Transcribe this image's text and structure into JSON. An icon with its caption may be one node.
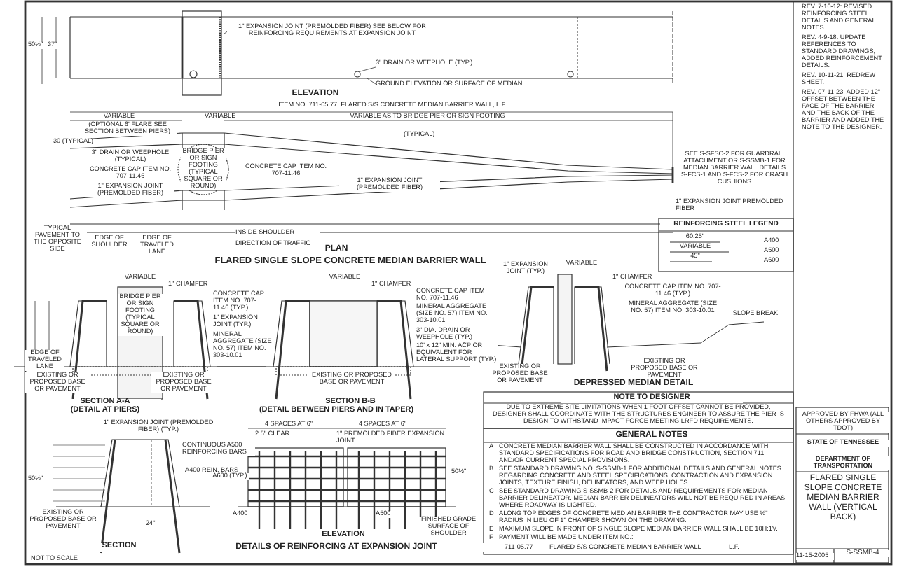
{
  "diagram": {
    "title": "FLARED SINGLE SLOPE CONCRETE MEDIAN BARRIER WALL (VERTICAL BACK)",
    "labels": [
      "1\" EXPANSION JOINT (PREMOLDED FIBER) SEE BELOW FOR REINFORCING REQUIREMENTS AT EXPANSION JOINT",
      "3\" DRAIN OR WEEPHOLE (TYP.)",
      "GROUND ELEVATION OR SURFACE OF MEDIAN",
      "ELEVATION",
      "50½\"",
      "37\"",
      "ITEM NO. 711-05.77, FLARED S/S CONCRETE MEDIAN BARRIER WALL, L.F.",
      "VARIABLE",
      "(OPTIONAL 6' FLARE SEE SECTION BETWEEN PIERS)",
      "VARIABLE",
      "VARIABLE AS TO BRIDGE PIER OR SIGN FOOTING",
      "30 (TYPICAL)",
      "(TYPICAL)",
      "3\" DRAIN OR WEEPHOLE (TYPICAL)",
      "CONCRETE CAP ITEM NO. 707-11.46",
      "1\" EXPANSION JOINT (PREMOLDED FIBER)",
      "BRIDGE PIER OR SIGN FOOTING (TYPICAL SQUARE OR ROUND)",
      "CONCRETE CAP ITEM NO. 707-11.46",
      "1\" EXPANSION JOINT (PREMOLDED FIBER)",
      "SEE S-SFSC-2 FOR GUARDRAIL ATTACHMENT OR S-SSMB-1 FOR MEDIAN BARRIER WALL DETAILS S-FCS-1 AND S-FCS-2 FOR CRASH CUSHIONS",
      "1\" EXPANSION JOINT PREMOLDED FIBER",
      "TYPICAL PAVEMENT TO THE OPPOSITE SIDE",
      "EDGE OF SHOULDER",
      "EDGE OF TRAVELED LANE",
      "INSIDE SHOULDER",
      "DIRECTION OF TRAFFIC",
      "PLAN",
      "FLARED SINGLE SLOPE CONCRETE MEDIAN BARRIER WALL",
      "VARIABLE",
      "1\" CHAMFER",
      "BRIDGE PIER OR SIGN FOOTING (TYPICAL SQUARE OR ROUND)",
      "CONCRETE CAP ITEM NO. 707-11.46 (TYP.)",
      "1\" EXPANSION JOINT (TYP.)",
      "MINERAL AGGREGATE (SIZE NO. 57) ITEM NO. 303-10.01",
      "EDGE OF TRAVELED LANE",
      "EXISTING OR PROPOSED BASE OR PAVEMENT",
      "EXISTING OR PROPOSED BASE OR PAVEMENT",
      "SECTION A-A",
      "(DETAIL AT PIERS)",
      "VARIABLE",
      "1\" CHAMFER",
      "CONCRETE CAP ITEM NO. 707-11.46",
      "MINERAL AGGREGATE (SIZE NO. 57) ITEM NO. 303-10.01",
      "3\" DIA. DRAIN OR WEEPHOLE (TYP.)",
      "10' x 12\" MIN. ACP OR EQUIVALENT FOR LATERAL SUPPORT (TYP.)",
      "EXISTING OR PROPOSED BASE OR PAVEMENT",
      "SECTION B-B",
      "(DETAIL BETWEEN PIERS AND IN TAPER)",
      "VARIABLE",
      "1\" CHAMFER",
      "1\" EXPANSION JOINT (TYP.)",
      "CONCRETE CAP ITEM NO. 707-11.46 (TYP.)",
      "MINERAL AGGREGATE (SIZE NO. 57) ITEM NO. 303-10.01",
      "SLOPE BREAK",
      "EXISTING OR PROPOSED BASE OR PAVEMENT",
      "EXISTING OR PROPOSED BASE OR PAVEMENT",
      "DEPRESSED MEDIAN DETAIL",
      "REINFORCING STEEL LEGEND",
      "60.25\"",
      "A400",
      "VARIABLE",
      "A500",
      "45\"",
      "A600",
      "NOTE TO DESIGNER",
      "DUE TO EXTREME SITE LIMITATIONS WHEN 1 FOOT OFFSET CANNOT BE PROVIDED, DESIGNER SHALL COORDINATE WITH THE STRUCTURES ENGINEER TO ASSURE THE PIER IS DESIGN TO WITHSTAND IMPACT FORCE MEETING LRFD REQUIREMENTS.",
      "GENERAL NOTES",
      "A",
      "CONCRETE MEDIAN BARRIER WALL SHALL BE CONSTRUCTED IN ACCORDANCE WITH STANDARD SPECIFICATIONS FOR ROAD AND BRIDGE CONSTRUCTION, SECTION 711 AND/OR CURRENT SPECIAL PROVISIONS.",
      "B",
      "SEE STANDARD DRAWING NO. S-SSMB-1 FOR ADDITIONAL DETAILS AND GENERAL NOTES REGARDING CONCRETE AND STEEL SPECIFICATIONS, CONTRACTION AND EXPANSION JOINTS, TEXTURE FINISH, DELINEATORS, AND WEEP HOLES.",
      "C",
      "SEE STANDARD DRAWING S-SSMB-2 FOR DETAILS AND REQUIREMENTS FOR MEDIAN BARRIER DELINEATOR. MEDIAN BARRIER DELINEATORS WILL NOT BE REQUIRED IN AREAS WHERE ROADWAY IS LIGHTED.",
      "D",
      "ALONG TOP EDGES OF CONCRETE MEDIAN BARRIER THE CONTRACTOR MAY USE ½\" RADIUS IN LIEU OF 1\" CHAMFER SHOWN ON THE DRAWING.",
      "E",
      "MAXIMUM SLOPE IN FRONT OF SINGLE SLOPE MEDIAN BARRIER WALL SHALL BE 10H:1V.",
      "F",
      "PAYMENT WILL BE MADE UNDER ITEM NO.:",
      "711-05.77",
      "FLARED S/S CONCRETE MEDIAN BARRIER WALL",
      "L.F.",
      "1\" EXPANSION JOINT (PREMOLDED FIBER) (TYP.)",
      "CONTINUOUS A500 REINFORCING BARS",
      "A400 REIN. BARS",
      "EXISTING OR PROPOSED BASE OR PAVEMENT",
      "24\"",
      "50½\"",
      "SECTION",
      "4 SPACES AT 6\"",
      "4 SPACES AT 6\"",
      "2.5\" CLEAR",
      "1\" PREMOLDED FIBER EXPANSION JOINT",
      "A600 (TYP.)",
      "A400",
      "A500",
      "FINISHED GRADE SURFACE OF SHOULDER",
      "50½\"",
      "ELEVATION",
      "DETAILS OF REINFORCING AT EXPANSION JOINT",
      "NOT TO SCALE",
      "REV. 7-10-12: REVISED REINFORCING STEEL DETAILS AND GENERAL NOTES.",
      "REV. 4-9-18: UPDATE REFERENCES TO STANDARD DRAWINGS, ADDED REINFORCEMENT DETAILS.",
      "REV. 10-11-21: REDREW SHEET.",
      "REV. 07-11-23: ADDED 12\" OFFSET BETWEEN THE FACE OF THE BARRIER AND THE BACK OF THE BARRIER AND ADDED THE NOTE TO THE DESIGNER.",
      "APPROVED BY FHWA (ALL OTHERS APPROVED BY TDOT)",
      "STATE OF TENNESSEE",
      "DEPARTMENT OF TRANSPORTATION",
      "11-15-2005",
      "S-SSMB-4"
    ]
  }
}
